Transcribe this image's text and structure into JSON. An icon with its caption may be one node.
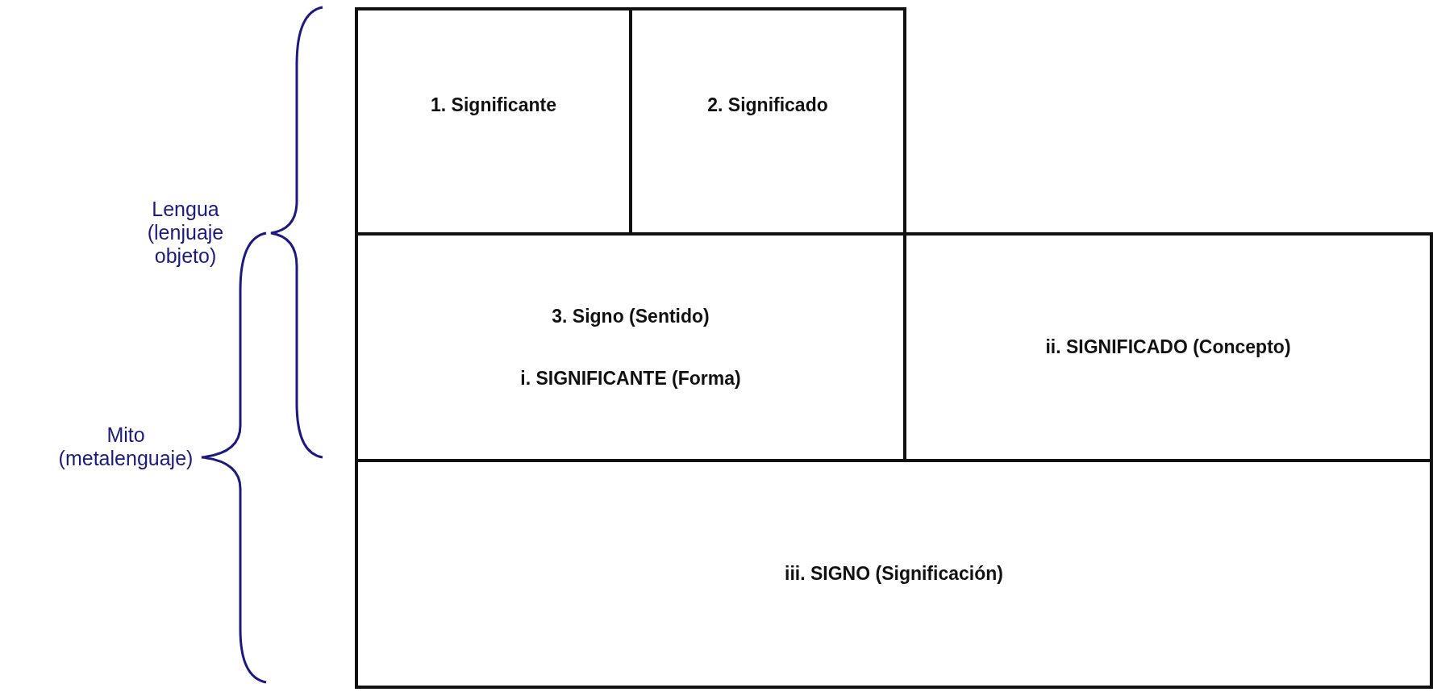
{
  "diagram": {
    "nodes": [
      {
        "text": [
          "1. Significante"
        ]
      },
      {
        "text": [
          "2. Significado"
        ]
      },
      {
        "text": [
          "3. Signo (Sentido)",
          "i. SIGNIFICANTE (Forma)"
        ]
      },
      {
        "text": [
          "ii. SIGNIFICADO (Concepto)"
        ]
      },
      {
        "text": [
          "iii. SIGNO (Significación)"
        ]
      }
    ],
    "labels": [
      "Lengua (lenjuaje objeto)",
      "Mito (metalenguaje)"
    ]
  }
}
